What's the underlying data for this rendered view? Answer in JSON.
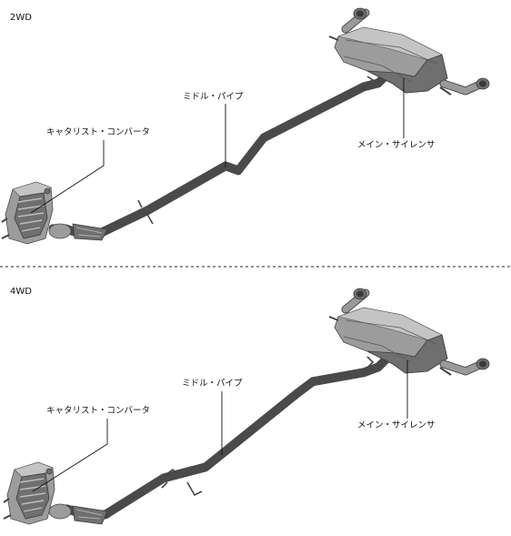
{
  "variants": [
    {
      "id": "2wd",
      "label": "2WD",
      "callouts": {
        "catalytic_converter": "キャタリスト・コンバータ",
        "middle_pipe": "ミドル・パイプ",
        "main_silencer": "メイン・サイレンサ"
      }
    },
    {
      "id": "4wd",
      "label": "4WD",
      "callouts": {
        "catalytic_converter": "キャタリスト・コンバータ",
        "middle_pipe": "ミドル・パイプ",
        "main_silencer": "メイン・サイレンサ"
      }
    }
  ],
  "colors": {
    "metal_dark": "#6f6f6f",
    "metal_mid": "#9c9c9c",
    "metal_light": "#c4c4c4",
    "line": "#111111"
  }
}
